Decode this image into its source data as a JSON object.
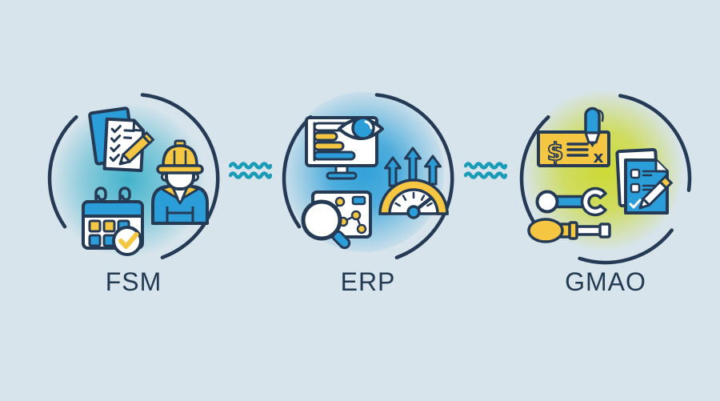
{
  "background_color": "#d7e4ec",
  "palette": {
    "outline": "#243a55",
    "blue": "#2b9ed9",
    "yellow": "#f5c642",
    "teal_wave": "#1a9cb8",
    "white": "#ffffff",
    "label_text": "#233a53",
    "glow_fsm": "#29abc6",
    "glow_erp": "#289ed8",
    "glow_gmao": "#ccd92b"
  },
  "groups": [
    {
      "id": "fsm",
      "label": "FSM",
      "icons": [
        "checklist-pencil-icon",
        "construction-worker-icon",
        "calendar-check-icon"
      ]
    },
    {
      "id": "erp",
      "label": "ERP",
      "icons": [
        "monitor-analytics-eye-icon",
        "growth-arrows-gauge-icon",
        "network-search-icon"
      ]
    },
    {
      "id": "gmao",
      "label": "GMAO",
      "icons": [
        "cheque-pen-icon",
        "work-order-checklist-icon",
        "wrench-icon",
        "screwdriver-icon"
      ]
    }
  ],
  "cheque_symbols": {
    "dollar": "$",
    "x_mark": "x"
  },
  "connectors": [
    {
      "id": "fsm-erp",
      "type": "double-wave"
    },
    {
      "id": "erp-gmao",
      "type": "double-wave"
    }
  ]
}
